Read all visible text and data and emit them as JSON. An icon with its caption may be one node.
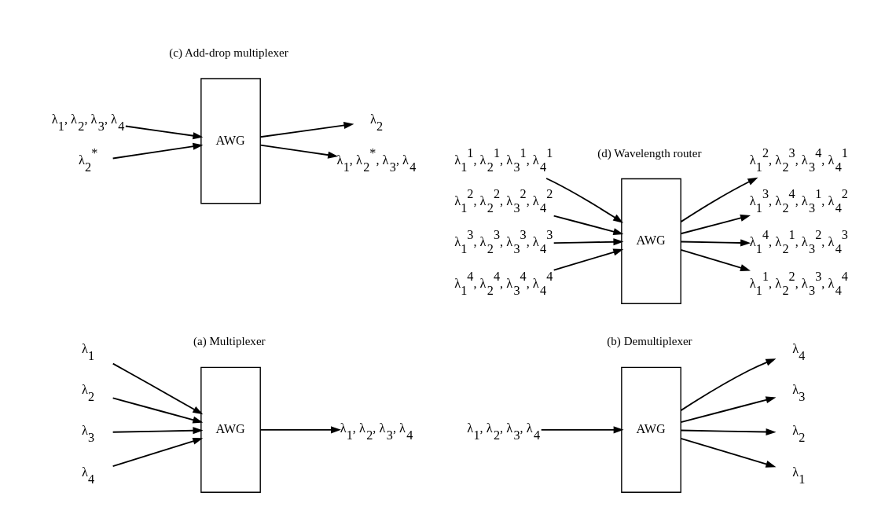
{
  "diagram": {
    "nodes": [
      {
        "text": [
          "λ$_{1}$"
        ]
      },
      {
        "text": [
          "λ$_{2}$"
        ]
      },
      {
        "text": [
          "λ$_{3}$"
        ]
      },
      {
        "text": [
          "λ$_{4}$"
        ]
      },
      {
        "text": [
          "AWG"
        ]
      },
      {
        "text": [
          "λ$_{1}$, λ$_{2}$, λ$_{3}$, λ$_{4}$"
        ]
      },
      {
        "text": [
          "λ$_{1}$, λ$_{2}$, λ$_{3}$, λ$_{4}$"
        ]
      },
      {
        "text": [
          "AWG"
        ]
      },
      {
        "text": [
          "λ$_{1}$"
        ]
      },
      {
        "text": [
          "λ$_{2}$"
        ]
      },
      {
        "text": [
          "λ$_{3}$"
        ]
      },
      {
        "text": [
          "λ$_{4}$"
        ]
      },
      {
        "text": [
          "λ$_{1}$, λ$_{2}$, λ$_{3}$, λ$_{4}$"
        ]
      },
      {
        "text": [
          "AWG"
        ]
      },
      {
        "text": [
          "λ$_{1}$, λ$_{2}$$^{*}$, λ$_{3}$, λ$_{4}$"
        ]
      },
      {
        "text": [
          "λ$_{2}$$^{*}$"
        ]
      },
      {
        "text": [
          "λ$_{2}$"
        ]
      },
      {
        "text": [
          "λ$_{1}$$^{1}$, λ$_{2}$$^{1}$, λ$_{3}$$^{1}$, λ$_{4}$$^{1}$"
        ]
      },
      {
        "text": [
          "λ$_{1}$$^{2}$, λ$_{2}$$^{2}$, λ$_{3}$$^{2}$, λ$_{4}$$^{2}$"
        ]
      },
      {
        "text": [
          "λ$_{1}$$^{3}$, λ$_{2}$$^{3}$, λ$_{3}$$^{3}$, λ$_{4}$$^{3}$"
        ]
      },
      {
        "text": [
          "λ$_{1}$$^{4}$, λ$_{2}$$^{4}$, λ$_{3}$$^{4}$, λ$_{4}$$^{4}$"
        ]
      },
      {
        "text": [
          "AWG"
        ]
      },
      {
        "text": [
          "λ$_{1}$$^{1}$, λ$_{2}$$^{2}$, λ$_{3}$$^{3}$, λ$_{4}$$^{4}$"
        ]
      },
      {
        "text": [
          "λ$_{1}$$^{4}$, λ$_{2}$$^{1}$, λ$_{3}$$^{2}$, λ$_{4}$$^{3}$"
        ]
      },
      {
        "text": [
          "λ$_{1}$$^{3}$, λ$_{2}$$^{4}$, λ$_{3}$$^{1}$, λ$_{4}$$^{2}$"
        ]
      },
      {
        "text": [
          "λ$_{1}$$^{2}$, λ$_{2}$$^{3}$, λ$_{3}$$^{4}$, λ$_{4}$$^{1}$"
        ]
      }
    ],
    "edges": [
      {
        "from": 0,
        "to": 4,
        "arrow": "to"
      },
      {
        "from": 1,
        "to": 4,
        "arrow": "to"
      },
      {
        "from": 2,
        "to": 4,
        "arrow": "to"
      },
      {
        "from": 3,
        "to": 4,
        "arrow": "to"
      },
      {
        "from": 4,
        "to": 5,
        "arrow": "to"
      },
      {
        "from": 6,
        "to": 7,
        "arrow": "to"
      },
      {
        "from": 7,
        "to": 8,
        "arrow": "to"
      },
      {
        "from": 7,
        "to": 9,
        "arrow": "to"
      },
      {
        "from": 7,
        "to": 10,
        "arrow": "to"
      },
      {
        "from": 7,
        "to": 11,
        "arrow": "to"
      },
      {
        "from": 12,
        "to": 13,
        "arrow": "to"
      },
      {
        "from": 13,
        "to": 14,
        "arrow": "to"
      },
      {
        "from": 15,
        "to": 13,
        "arrow": "to"
      },
      {
        "from": 13,
        "to": 16,
        "arrow": "to"
      },
      {
        "from": 17,
        "to": 21,
        "arrow": "to"
      },
      {
        "from": 18,
        "to": 21,
        "arrow": "to"
      },
      {
        "from": 19,
        "to": 21,
        "arrow": "to"
      },
      {
        "from": 20,
        "to": 21,
        "arrow": "to"
      },
      {
        "from": 21,
        "to": 22,
        "arrow": "to"
      },
      {
        "from": 21,
        "to": 23,
        "arrow": "to"
      },
      {
        "from": 21,
        "to": 24,
        "arrow": "to"
      },
      {
        "from": 21,
        "to": 25,
        "arrow": "to"
      }
    ],
    "labels": [
      "(a) Multiplexer",
      "(b) Demultiplexer",
      "(c) Add-drop multiplexer",
      "(d) Wavelength router"
    ]
  }
}
